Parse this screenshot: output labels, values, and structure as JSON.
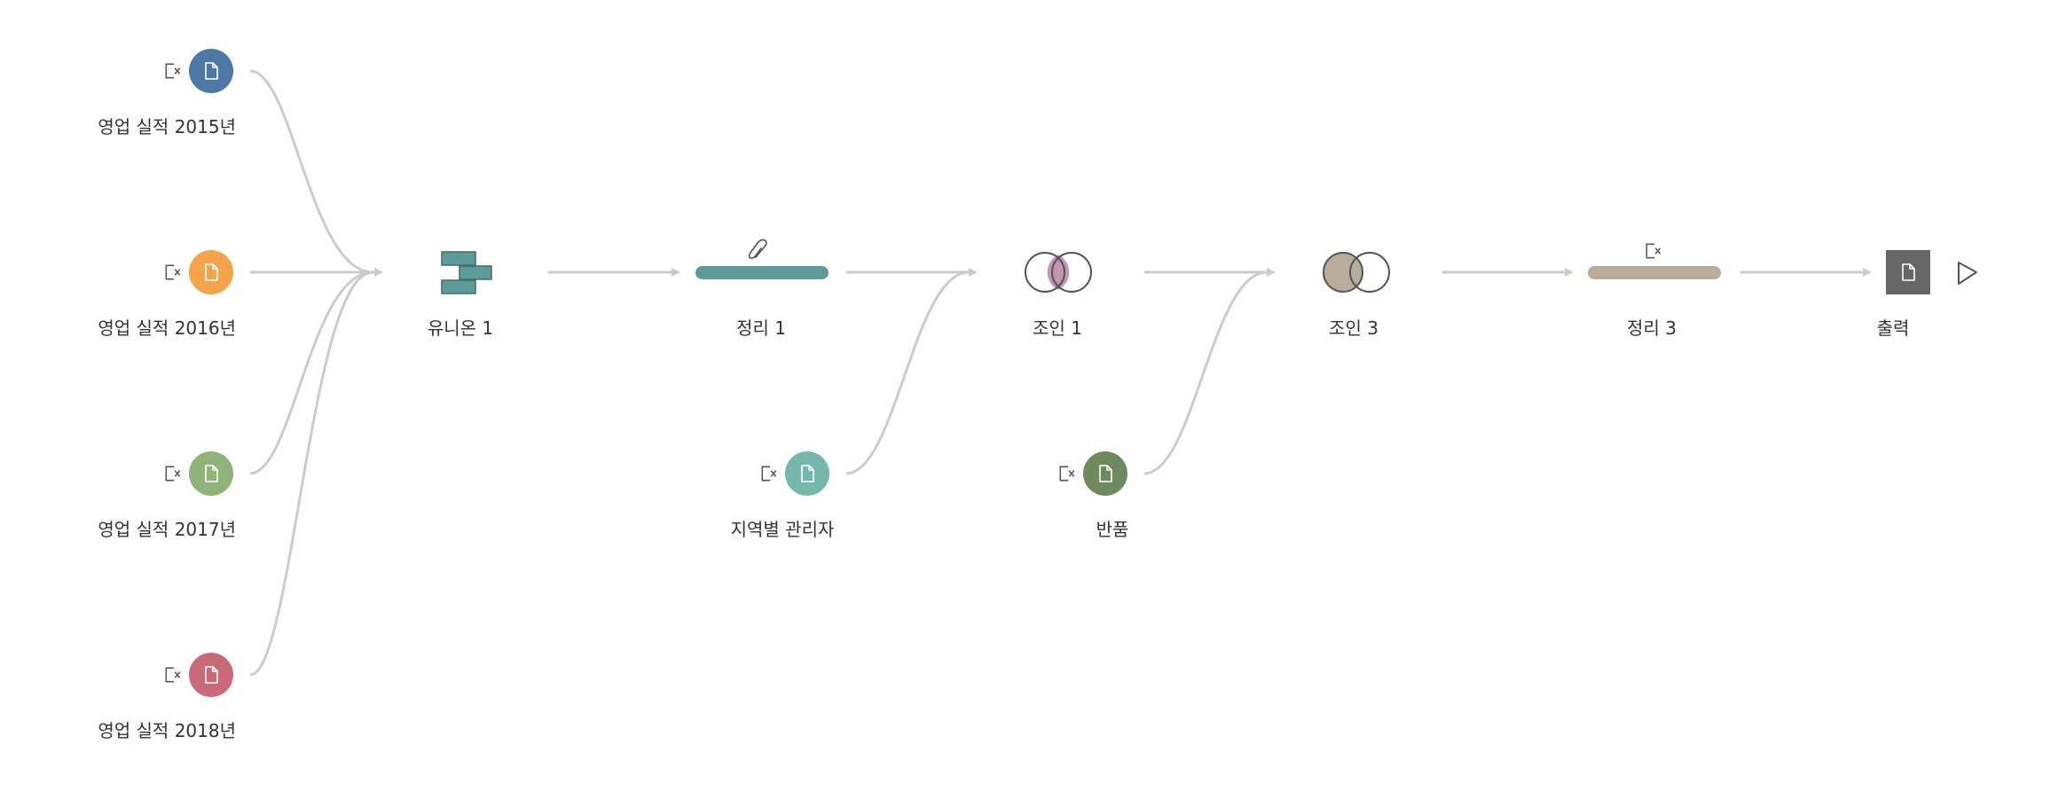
{
  "flow": {
    "inputs": [
      {
        "label": "영업 실적 2015년",
        "icon": "file-icon",
        "color": "#4E79A7"
      },
      {
        "label": "영업 실적 2016년",
        "icon": "file-icon",
        "color": "#F2A54C"
      },
      {
        "label": "영업 실적 2017년",
        "icon": "file-icon",
        "color": "#8FB47A"
      },
      {
        "label": "영업 실적 2018년",
        "icon": "file-icon",
        "color": "#C96A7A"
      },
      {
        "label": "지역별 관리자",
        "icon": "file-icon",
        "color": "#76B7AD"
      },
      {
        "label": "반품",
        "icon": "file-icon",
        "color": "#6E8A5E"
      }
    ],
    "union": {
      "label": "유니온 1",
      "icon": "union-icon",
      "color": "#5E9A98"
    },
    "clean1": {
      "label": "정리 1",
      "icon": "paperclip-icon",
      "color": "#5E9A98"
    },
    "join1": {
      "label": "조인 1",
      "icon": "join-icon",
      "color": "#C295B3"
    },
    "join3": {
      "label": "조인 3",
      "icon": "join-icon",
      "color": "#B8AD9C"
    },
    "clean3": {
      "label": "정리 3",
      "icon": "remove-field-icon",
      "color": "#B8AD9C"
    },
    "output": {
      "label": "출력",
      "icon": "file-icon",
      "color": "#666666"
    },
    "run_icon": "play-icon",
    "link_color": "#CCCCCC"
  }
}
